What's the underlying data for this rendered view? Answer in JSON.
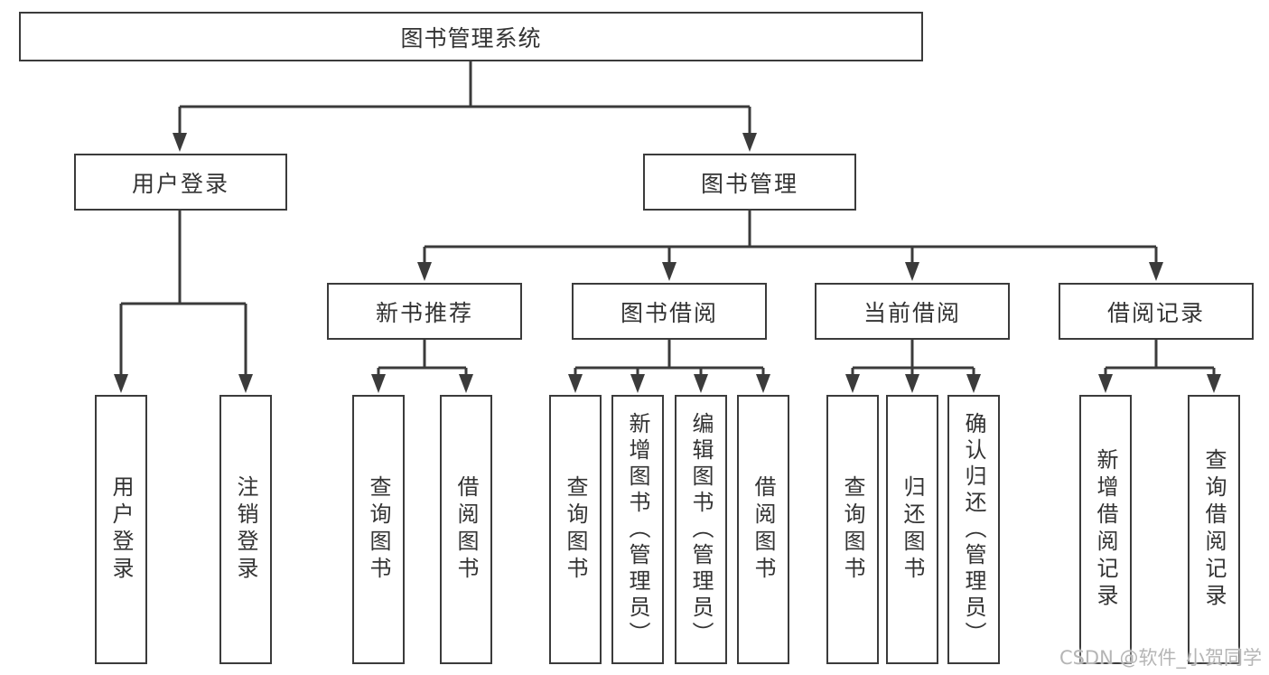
{
  "tree": {
    "root": {
      "label": "图书管理系统"
    },
    "userLogin": {
      "label": "用户登录",
      "children": {
        "login": {
          "label": "用户登录"
        },
        "logout": {
          "label": "注销登录"
        }
      }
    },
    "bookMgmt": {
      "label": "图书管理",
      "children": {
        "newBook": {
          "label": "新书推荐",
          "children": {
            "queryBook": {
              "label": "查询图书"
            },
            "borrowBook": {
              "label": "借阅图书"
            }
          }
        },
        "bookBorrow": {
          "label": "图书借阅",
          "children": {
            "queryBook": {
              "label": "查询图书"
            },
            "addBook": {
              "label": "新增图书（管理员）"
            },
            "editBook": {
              "label": "编辑图书（管理员）"
            },
            "borrowBook": {
              "label": "借阅图书"
            }
          }
        },
        "currentBorrow": {
          "label": "当前借阅",
          "children": {
            "queryBook": {
              "label": "查询图书"
            },
            "returnBook": {
              "label": "归还图书"
            },
            "confirmReturn": {
              "label": "确认归还（管理员）"
            }
          }
        },
        "borrowRecords": {
          "label": "借阅记录",
          "children": {
            "addRecord": {
              "label": "新增借阅记录"
            },
            "queryRecord": {
              "label": "查询借阅记录"
            }
          }
        }
      }
    }
  },
  "watermark": "CSDN @软件_小贺同学",
  "colors": {
    "line": "#3b3b3b",
    "text": "#333333",
    "watermark": "#b5b5b5",
    "background": "#ffffff"
  }
}
